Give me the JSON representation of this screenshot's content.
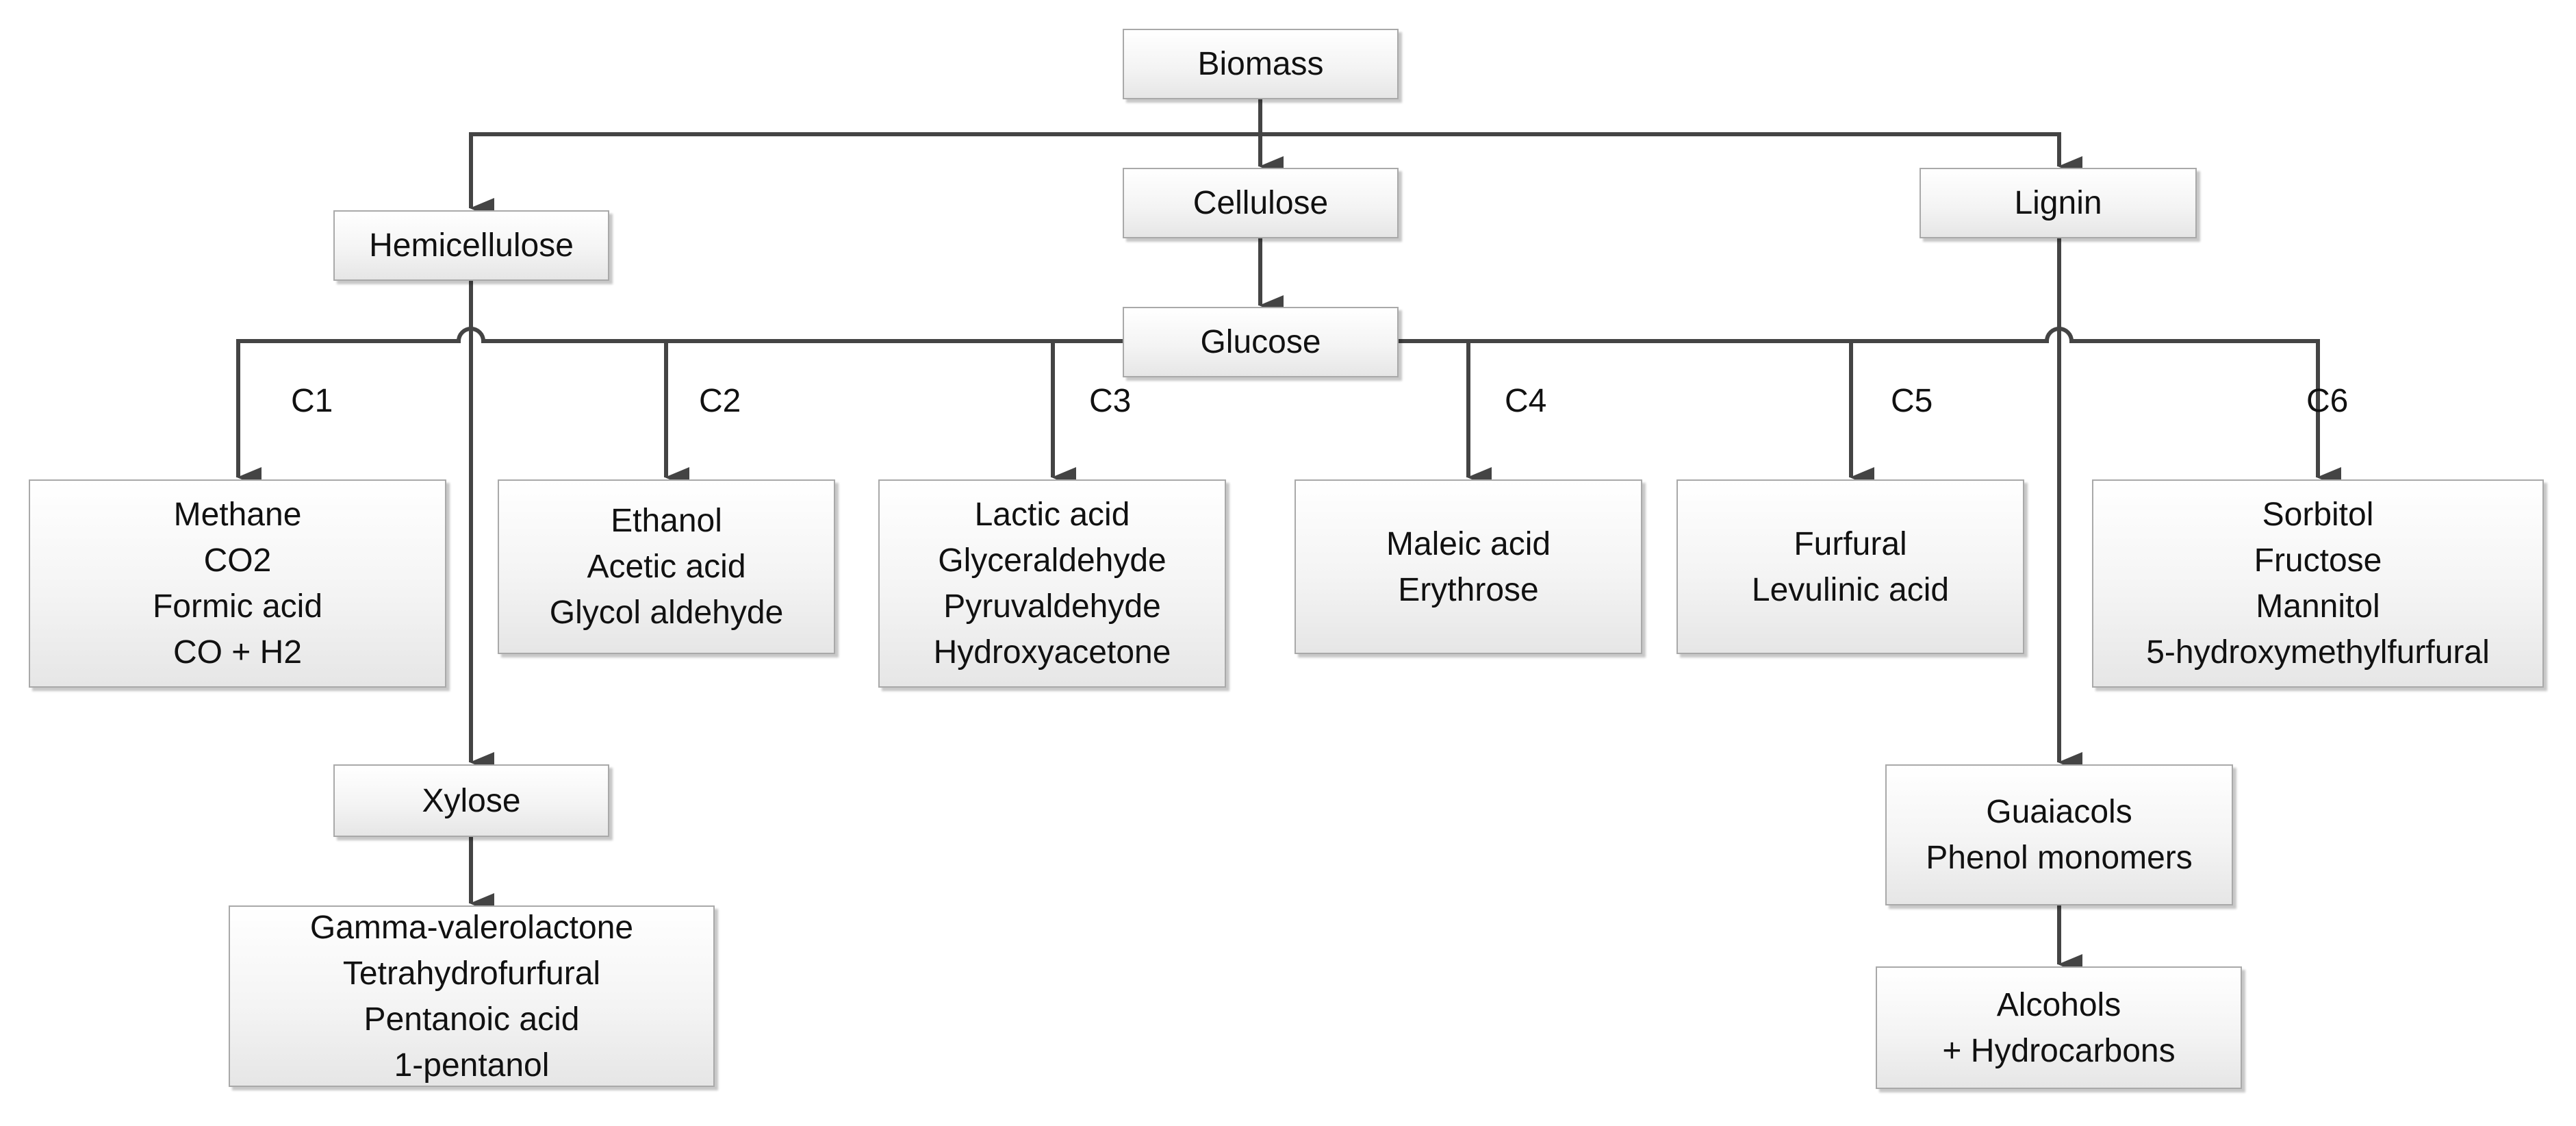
{
  "nodes": {
    "biomass": [
      "Biomass"
    ],
    "cellulose": [
      "Cellulose"
    ],
    "hemicellulose": [
      "Hemicellulose"
    ],
    "lignin": [
      "Lignin"
    ],
    "glucose": [
      "Glucose"
    ],
    "c1": [
      "Methane",
      "CO2",
      "Formic acid",
      "CO + H2"
    ],
    "c2": [
      "Ethanol",
      "Acetic acid",
      "Glycol aldehyde"
    ],
    "c3": [
      "Lactic acid",
      "Glyceraldehyde",
      "Pyruvaldehyde",
      "Hydroxyacetone"
    ],
    "c4": [
      "Maleic acid",
      "Erythrose"
    ],
    "c5": [
      "Furfural",
      "Levulinic acid"
    ],
    "c6": [
      "Sorbitol",
      "Fructose",
      "Mannitol",
      "5-hydroxymethylfurfural"
    ],
    "xylose": [
      "Xylose"
    ],
    "xylose_products": [
      "Gamma-valerolactone",
      "Tetrahydrofurfural",
      "Pentanoic acid",
      "1-pentanol"
    ],
    "guaiacols": [
      "Guaiacols",
      "Phenol monomers"
    ],
    "alcohols": [
      "Alcohols",
      "+ Hydrocarbons"
    ]
  },
  "branch_labels": {
    "c1": "C1",
    "c2": "C2",
    "c3": "C3",
    "c4": "C4",
    "c5": "C5",
    "c6": "C6"
  }
}
